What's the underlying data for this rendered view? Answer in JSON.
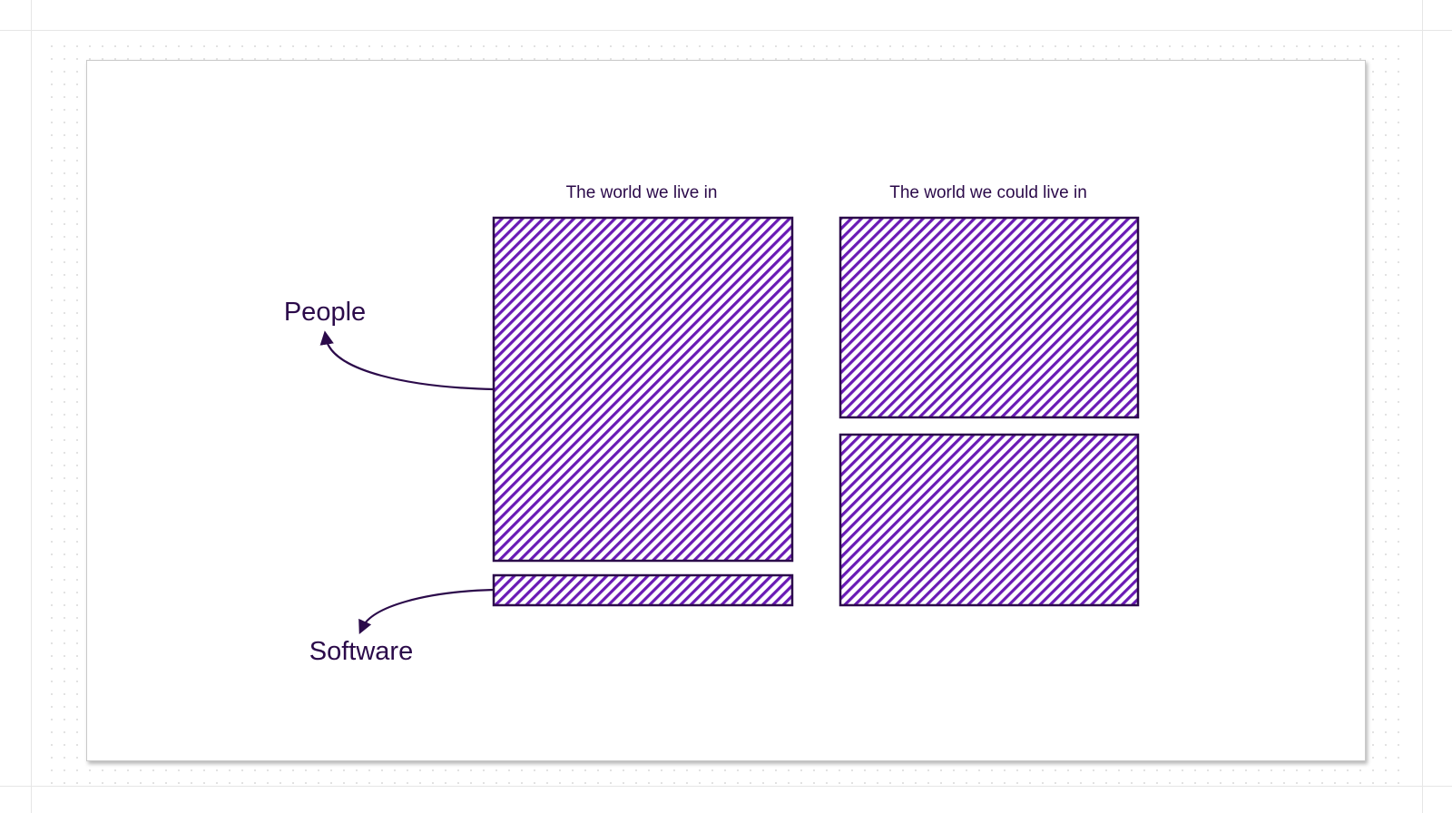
{
  "diagram": {
    "left_title": "The world we live in",
    "right_title": "The world we could live in",
    "label_people": "People",
    "label_software": "Software",
    "colors": {
      "hatch": "#6a1bb5",
      "border": "#2b0a4a",
      "text": "#2b0a4a"
    }
  }
}
